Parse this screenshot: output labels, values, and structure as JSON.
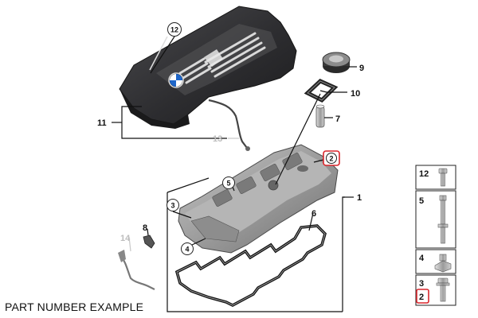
{
  "caption": "PART NUMBER EXAMPLE",
  "callouts": {
    "c1": "1",
    "c2": "2",
    "c3": "3",
    "c4": "4",
    "c5": "5",
    "c6": "6",
    "c7": "7",
    "c8": "8",
    "c9": "9",
    "c10": "10",
    "c11": "11",
    "c12": "12",
    "c13": "13",
    "c14": "14"
  },
  "legend": {
    "l12": "12",
    "l5": "5",
    "l4": "4",
    "l3": "3",
    "l2": "2"
  },
  "colors": {
    "highlight": "#d9262c",
    "callout_leader": "#111111",
    "grey_part": "#bdbdbd",
    "cover": "#3a3a3c",
    "valve_cover": "#9a9a9a"
  }
}
